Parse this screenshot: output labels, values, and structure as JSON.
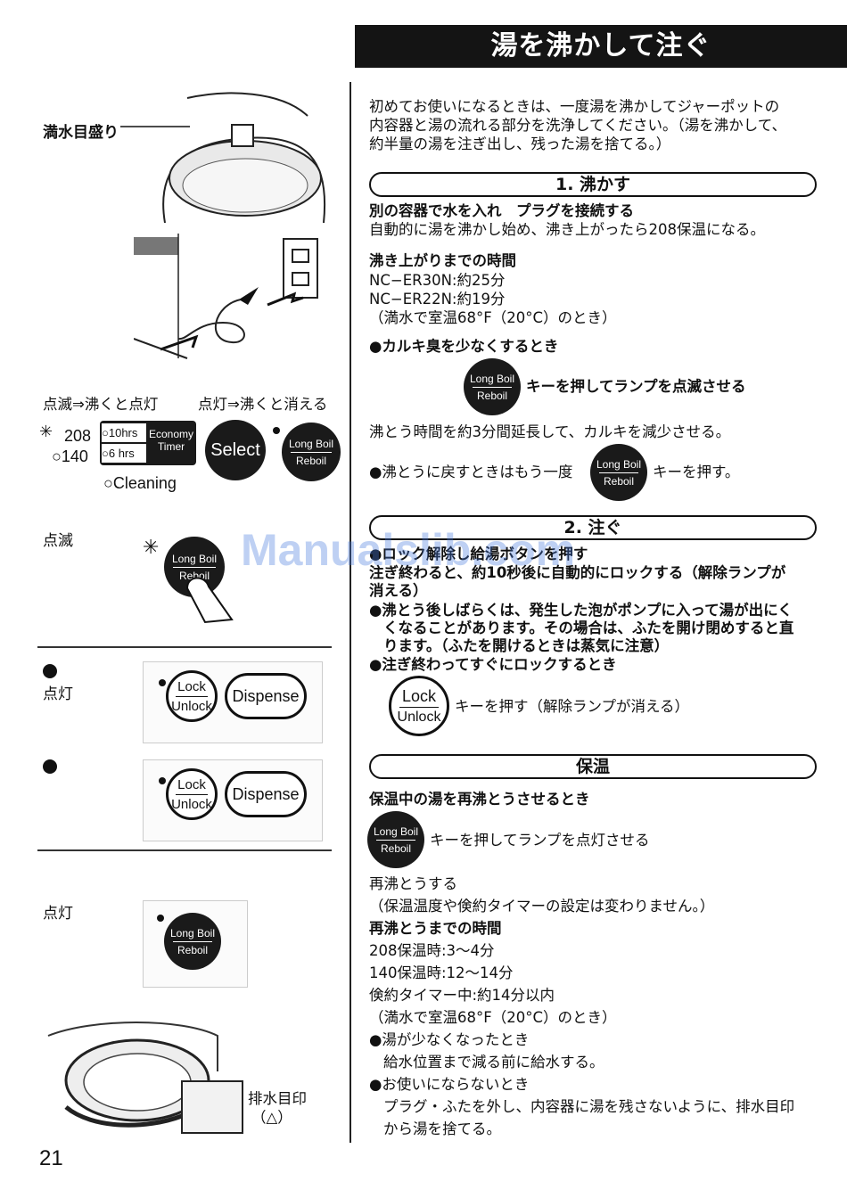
{
  "header": {
    "title": "湯を沸かして注ぐ"
  },
  "intro": [
    "初めてお使いになるときは、一度湯を沸かしてジャーポットの",
    "内容器と湯の流れる部分を洗浄してください。（湯を沸かして、",
    "約半量の湯を注ぎ出し、残った湯を捨てる。）"
  ],
  "section1": {
    "title": "1. 沸かす",
    "step_heading": "別の容器で水を入れ　プラグを接続する",
    "step_text": "自動的に湯を沸かし始め、沸き上がったら208保温になる。",
    "time_heading": "沸き上がりまでの時間",
    "times": [
      "NC−ER30N:約25分",
      "NC−ER22N:約19分",
      "（満水で室温68°F（20°C）のとき）"
    ],
    "chlorine_heading": "●カルキ臭を少なくするとき",
    "chlorine_key_text": "キーを押してランプを点滅させる",
    "chlorine_note": "沸とう時間を約3分間延長して、カルキを減少させる。",
    "revert_before": "●沸とうに戻すときはもう一度",
    "revert_after": "キーを押す。"
  },
  "section2": {
    "title": "2. 注ぐ",
    "step_heading": "●ロック解除し給湯ボタンを押す",
    "lock_note_1": "注ぎ終わると、約10秒後に自動的にロックする（解除ランプが",
    "lock_note_2": "消える）",
    "foam_1": "●沸とう後しばらくは、発生した泡がポンプに入って湯が出にく",
    "foam_2": "くなることがあります。その場合は、ふたを開け閉めすると直",
    "foam_3": "ります。（ふたを開けるときは蒸気に注意）",
    "lock_heading": "●注ぎ終わってすぐにロックするとき",
    "lock_key_text": "キーを押す（解除ランプが消える）"
  },
  "section3": {
    "title": "保温",
    "reboil_heading": "保温中の湯を再沸とうさせるとき",
    "reboil_key_text": "キーを押してランプを点灯させる",
    "reboil_do": "再沸とうする",
    "reboil_note": "（保温温度や倹約タイマーの設定は変わりません。）",
    "reboil_time_heading": "再沸とうまでの時間",
    "reboil_times": [
      "208保温時:3〜4分",
      "140保温時:12〜14分",
      "倹約タイマー中:約14分以内",
      "（満水で室温68°F（20°C）のとき）"
    ],
    "low_water_heading": "●湯が少なくなったとき",
    "low_water_text": "給水位置まで減る前に給水する。",
    "unused_heading": "●お使いにならないとき",
    "unused_text_1": "プラグ・ふたを外し、内容器に湯を残さないように、排水目印",
    "unused_text_2": "から湯を捨てる。"
  },
  "left": {
    "full_mark": "満水目盛り",
    "blink_then_on": "点滅⇒沸くと点灯",
    "on_then_off": "点灯⇒沸くと消える",
    "temp_208": "208",
    "temp_140": "140",
    "hrs_10": "10hrs",
    "hrs_6": "6 hrs",
    "economy": "Economy",
    "timer": "Timer",
    "cleaning": "Cleaning",
    "select": "Select",
    "blink": "点滅",
    "step1_on": "点灯",
    "light_on": "点灯",
    "drain_mark": "排水目印",
    "drain_symbol": "（△）"
  },
  "buttons": {
    "long_boil": "Long Boil",
    "reboil": "Reboil",
    "lock": "Lock",
    "unlock": "Unlock",
    "dispense": "Dispense"
  },
  "watermark": "Manualslib.com",
  "page_number": "21"
}
